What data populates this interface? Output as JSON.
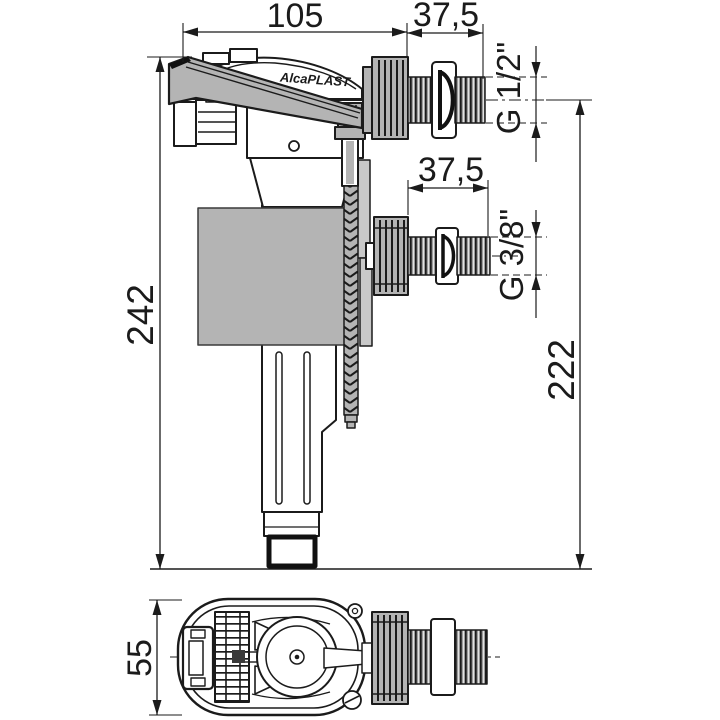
{
  "brand_label": "AlcaPLAST",
  "dimensions": {
    "body_width": "105",
    "inlet_top_length": "37,5",
    "inlet_top_thread": "G 1/2\"",
    "inlet_side_length": "37,5",
    "inlet_side_thread": "G 3/8\"",
    "overall_height": "242",
    "height_to_base": "222",
    "top_view_depth": "55"
  },
  "colors": {
    "line": "#1b1b1b",
    "part_gray": "#b4b4b4",
    "rail_gray": "#c8c8c8",
    "thread_gray": "#9d9d9d",
    "background": "#ffffff"
  }
}
